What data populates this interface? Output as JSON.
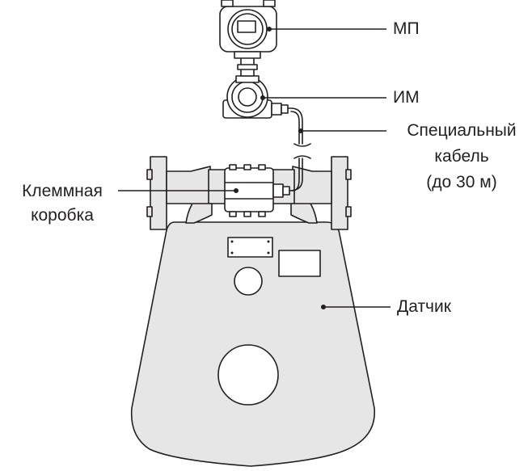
{
  "labels": {
    "mp": "МП",
    "im": "ИМ",
    "cable_line1": "Специальный",
    "cable_line2": "кабель",
    "cable_line3": "(до 30 м)",
    "terminal_box_line1": "Клеммная",
    "terminal_box_line2": "коробка",
    "sensor": "Датчик"
  }
}
